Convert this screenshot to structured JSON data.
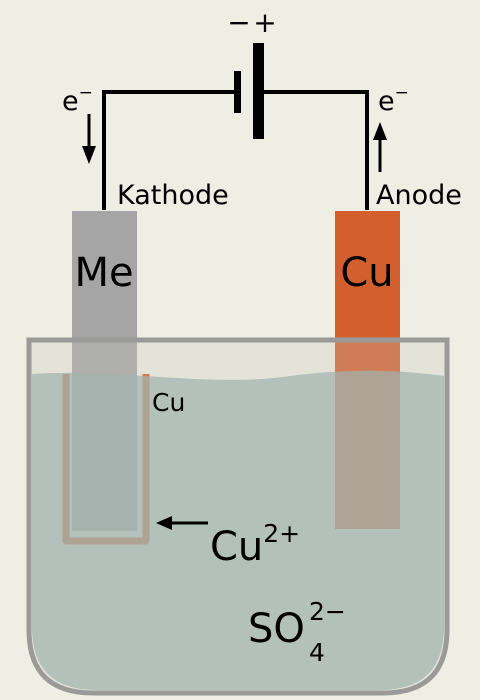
{
  "colors": {
    "background": "#eeeee4",
    "kathode_electrode": "#a5a5a5",
    "anode_electrode": "#d35f2f",
    "electrolyte": "#93aba6",
    "vessel_wall": "#9a9a98",
    "copper_coating": "#d35f2f",
    "wire": "#000000"
  },
  "battery": {
    "polarity_minus": "−",
    "polarity_plus": "+"
  },
  "wire_left": {
    "electron_label": "e",
    "electron_charge": "−",
    "arrow_direction": "down"
  },
  "wire_right": {
    "electron_label": "e",
    "electron_charge": "−",
    "arrow_direction": "up"
  },
  "kathode": {
    "label": "Kathode",
    "electrode_label": "Me"
  },
  "anode": {
    "label": "Anode",
    "electrode_label": "Cu"
  },
  "deposit": {
    "label": "Cu"
  },
  "cation": {
    "symbol": "Cu",
    "charge": "2+"
  },
  "anion": {
    "symbol": "SO",
    "subscript": "4",
    "charge": "2−"
  }
}
